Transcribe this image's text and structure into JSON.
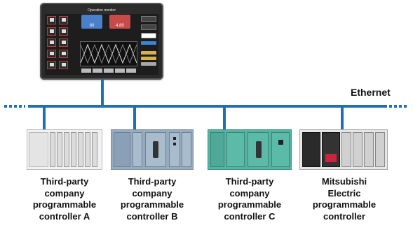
{
  "network": {
    "label": "Ethernet",
    "color": "#1f6fb5"
  },
  "hmi": {
    "title": "Operation monitor",
    "gauge_left_value": "80",
    "gauge_right_value": "4.80"
  },
  "controllers": [
    {
      "label": "Third-party\ncompany\nprogrammable\ncontroller A"
    },
    {
      "label": "Third-party\ncompany\nprogrammable\ncontroller B"
    },
    {
      "label": "Third-party\ncompany\nprogrammable\ncontroller C"
    },
    {
      "label": "Mitsubishi\nElectric\nprogrammable\ncontroller"
    }
  ]
}
